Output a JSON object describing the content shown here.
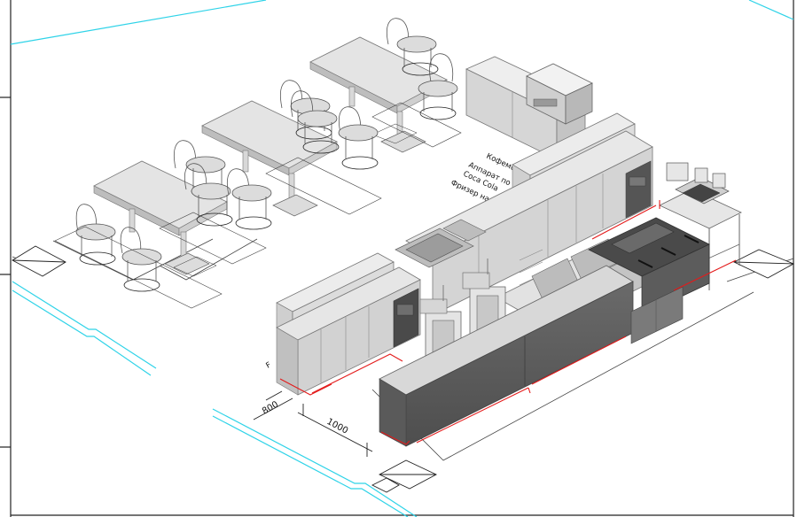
{
  "drawing": {
    "annotations": [
      "Кофемо",
      "Аппарат по",
      "Coca Cola",
      "Фризер наложен"
    ],
    "dimensions": {
      "depth": "800",
      "length": "1000"
    },
    "small_label": "F"
  },
  "colors": {
    "background": "#ffffff",
    "frame": "#222222",
    "cyan_line": "#2fd3e8",
    "red_marker": "#e31b1b",
    "equipment_light": "#e2e2e2",
    "equipment_mid": "#c8c8c8",
    "equipment_dark": "#555555",
    "outline": "#666666"
  }
}
